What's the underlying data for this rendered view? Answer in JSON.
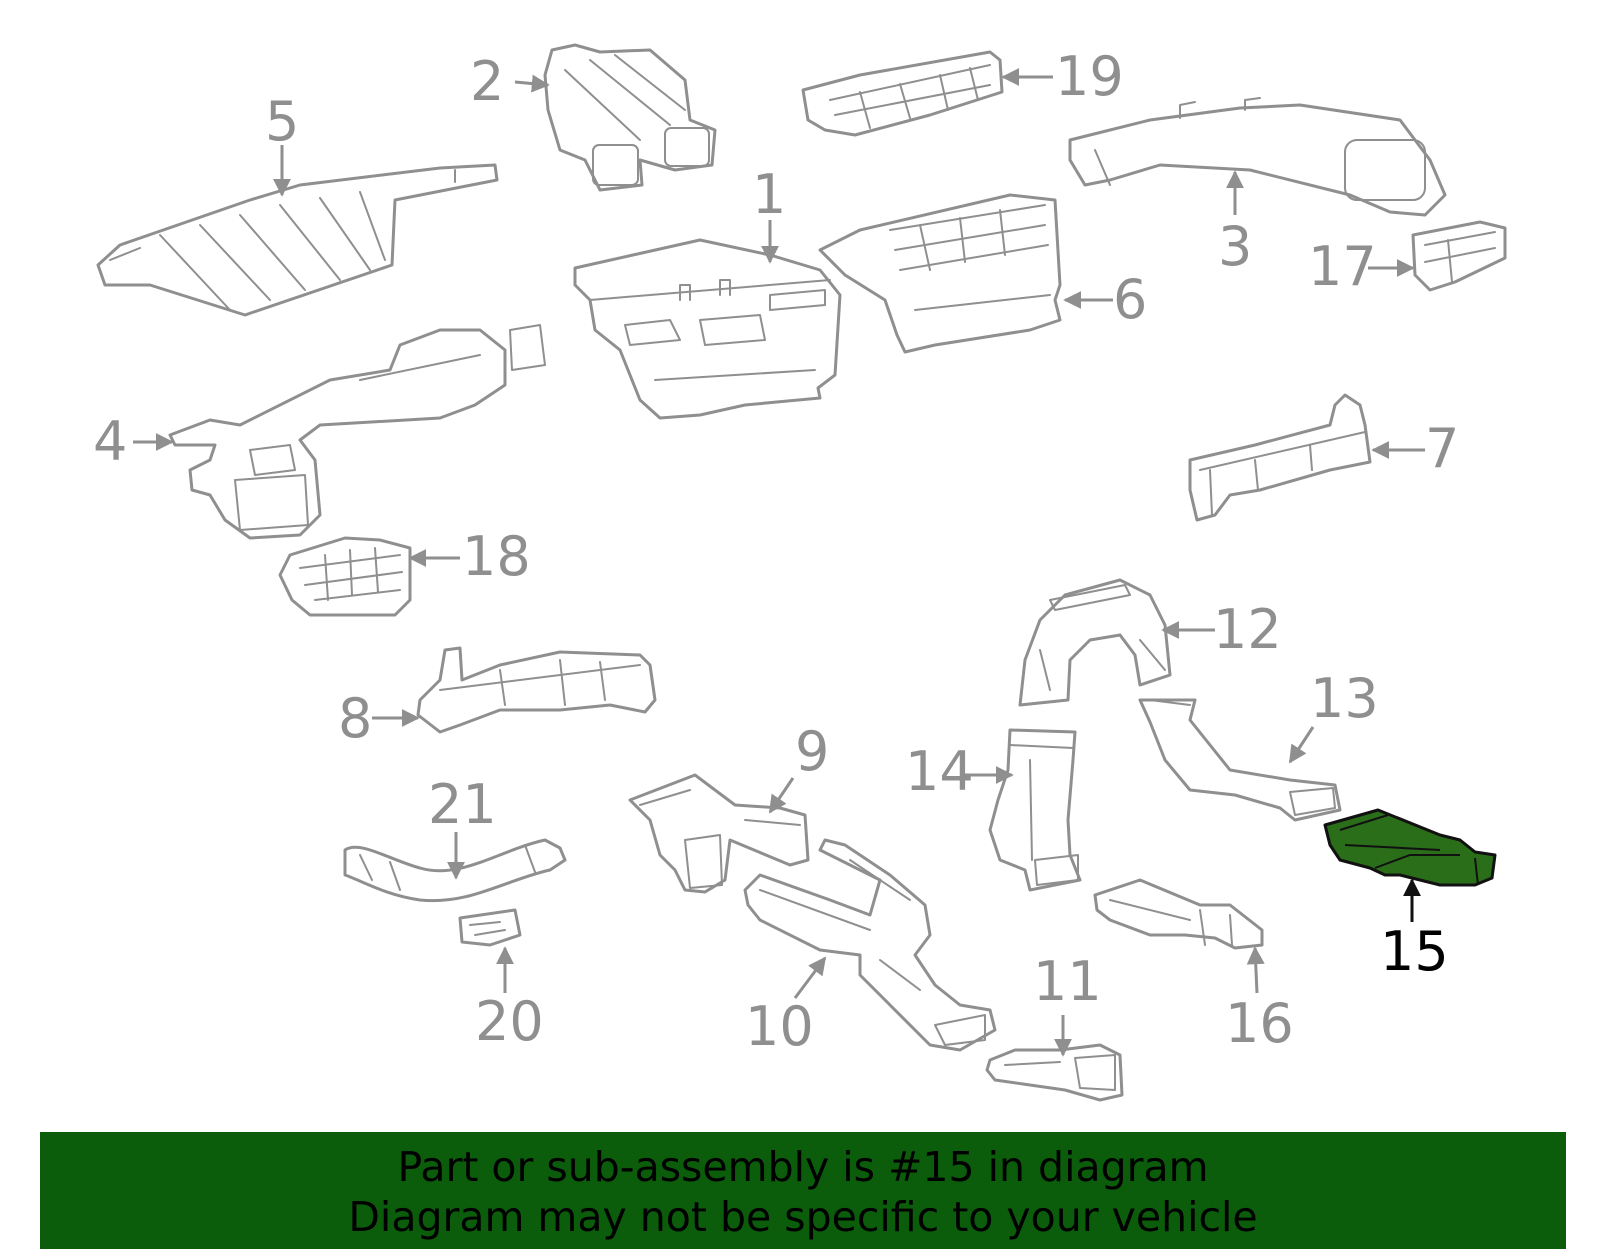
{
  "diagram": {
    "highlighted_part": "15",
    "highlight_color": "#2a6e1a",
    "line_color": "#8f8f8f",
    "callouts": [
      "1",
      "2",
      "3",
      "4",
      "5",
      "6",
      "7",
      "8",
      "9",
      "10",
      "11",
      "12",
      "13",
      "14",
      "15",
      "16",
      "17",
      "18",
      "19",
      "20",
      "21"
    ]
  },
  "banner": {
    "line1": "Part or sub-assembly is #15 in diagram",
    "line2": "Diagram may not be specific to your vehicle",
    "background": "#0b5c0b"
  }
}
